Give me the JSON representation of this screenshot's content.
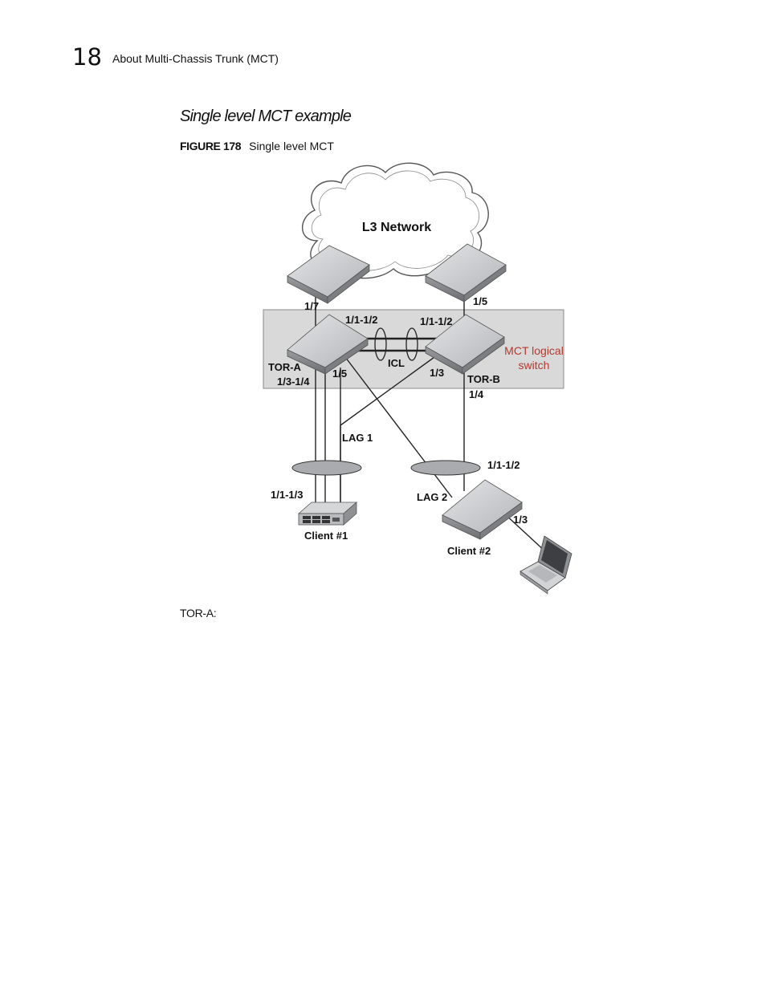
{
  "header": {
    "chapter_number": "18",
    "chapter_title": "About Multi-Chassis Trunk (MCT)"
  },
  "section": {
    "heading": "Single level MCT example"
  },
  "figure": {
    "label": "FIGURE 178",
    "caption": "Single level MCT",
    "labels": {
      "cloud": "L3 Network",
      "port_left_top": "1/7",
      "port_right_top": "1/5",
      "icl_ports_left": "1/1-1/2",
      "icl_ports_right": "1/1-1/2",
      "mct_logical_line1": "MCT logical",
      "mct_logical_line2": "switch",
      "tor_a": "TOR-A",
      "tor_a_ports": "1/3-1/4",
      "tor_a_port_15": "1/5",
      "icl": "ICL",
      "tor_b_port_13": "1/3",
      "tor_b": "TOR-B",
      "tor_b_port_14": "1/4",
      "lag1": "LAG 1",
      "client2_ports": "1/1-1/2",
      "client1_ports": "1/1-1/3",
      "lag2": "LAG 2",
      "client2_port_13": "1/3",
      "client1": "Client #1",
      "client2": "Client #2"
    },
    "colors": {
      "mct_box_fill": "#d9d9d9",
      "mct_text": "#b23a2e",
      "switch_top": "#c8c9cb",
      "switch_side": "#8e9093"
    }
  },
  "footer_label": "TOR-A:"
}
